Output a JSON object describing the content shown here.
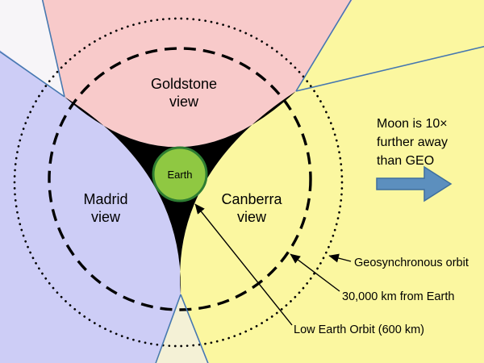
{
  "colors": {
    "goldstone_region": "#f8caca",
    "madrid_region": "#cdcdf6",
    "canberra_region": "#fbf7a0",
    "overlap_top_left": "#f7f5f8",
    "overlap_bottom": "#f4f1d6",
    "earth_fill": "#8fc842",
    "earth_stroke": "#2e7d32",
    "boundary_line": "#4678b0",
    "moon_arrow": "#5c8fbe",
    "no_coverage": "#000000",
    "orbit_stroke": "#000000"
  },
  "regions": {
    "goldstone": {
      "line1": "Goldstone",
      "line2": "view"
    },
    "madrid": {
      "line1": "Madrid",
      "line2": "view"
    },
    "canberra": {
      "line1": "Canberra",
      "line2": "view"
    }
  },
  "earth": {
    "label": "Earth"
  },
  "moon_note": {
    "line1": "Moon is 10×",
    "line2": "further away",
    "line3": "than GEO"
  },
  "annotations": {
    "geo": "Geosynchronous orbit",
    "distance": "30,000 km from Earth",
    "leo": "Low Earth Orbit (600 km)"
  }
}
